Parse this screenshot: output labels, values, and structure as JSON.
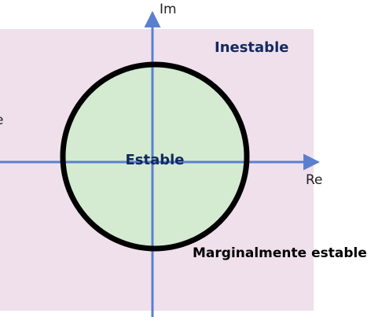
{
  "axes": {
    "real_label": "Re",
    "imag_label": "Im"
  },
  "regions": {
    "outside_label": "Inestable",
    "inside_label": "Estable",
    "boundary_label": "Marginalmente estable"
  },
  "colors": {
    "unstable_fill": "#efe0ec",
    "stable_fill": "#d4ebd2",
    "circle_stroke": "#000000",
    "axis_color": "#5b7fcf",
    "label_blue": "#12295e"
  }
}
